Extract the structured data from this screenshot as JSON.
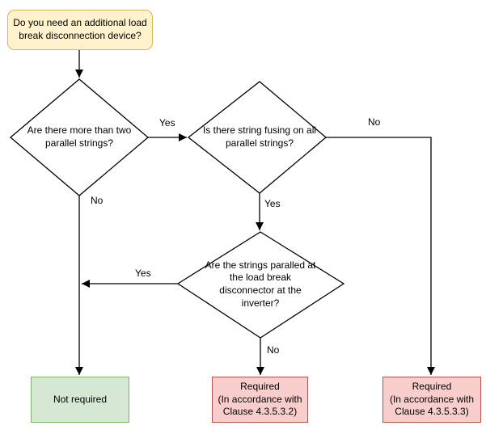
{
  "title": "Load break disconnection device decision flowchart",
  "colors": {
    "start_fill": "#fff2cc",
    "start_border": "#d6b656",
    "decision_fill": "#ffffff",
    "decision_border": "#000000",
    "not_required_fill": "#d5e8d4",
    "not_required_border": "#82b366",
    "required_fill": "#f8cecc",
    "required_border": "#b85450",
    "line": "#000000",
    "text": "#000000"
  },
  "nodes": {
    "start": {
      "text": "Do you need an additional load\nbreak disconnection device?"
    },
    "decision1": {
      "text": "Are there more than two\nparallel strings?"
    },
    "decision2": {
      "text": "Is there string fusing on all\nparallel strings?"
    },
    "decision3": {
      "text": "Are the strings paralled at\nthe load break\ndisconnector at the\ninverter?"
    },
    "outcome_not_required": {
      "text": "Not required"
    },
    "outcome_required_4_3_5_3_2": {
      "text": "Required\n(In accordance with\nClause 4.3.5.3.2)"
    },
    "outcome_required_4_3_5_3_3": {
      "text": "Required\n(In accordance with\nClause 4.3.5.3.3)"
    }
  },
  "edge_labels": {
    "d1_yes": "Yes",
    "d1_no": "No",
    "d2_yes": "Yes",
    "d2_no": "No",
    "d3_yes": "Yes",
    "d3_no": "No"
  }
}
